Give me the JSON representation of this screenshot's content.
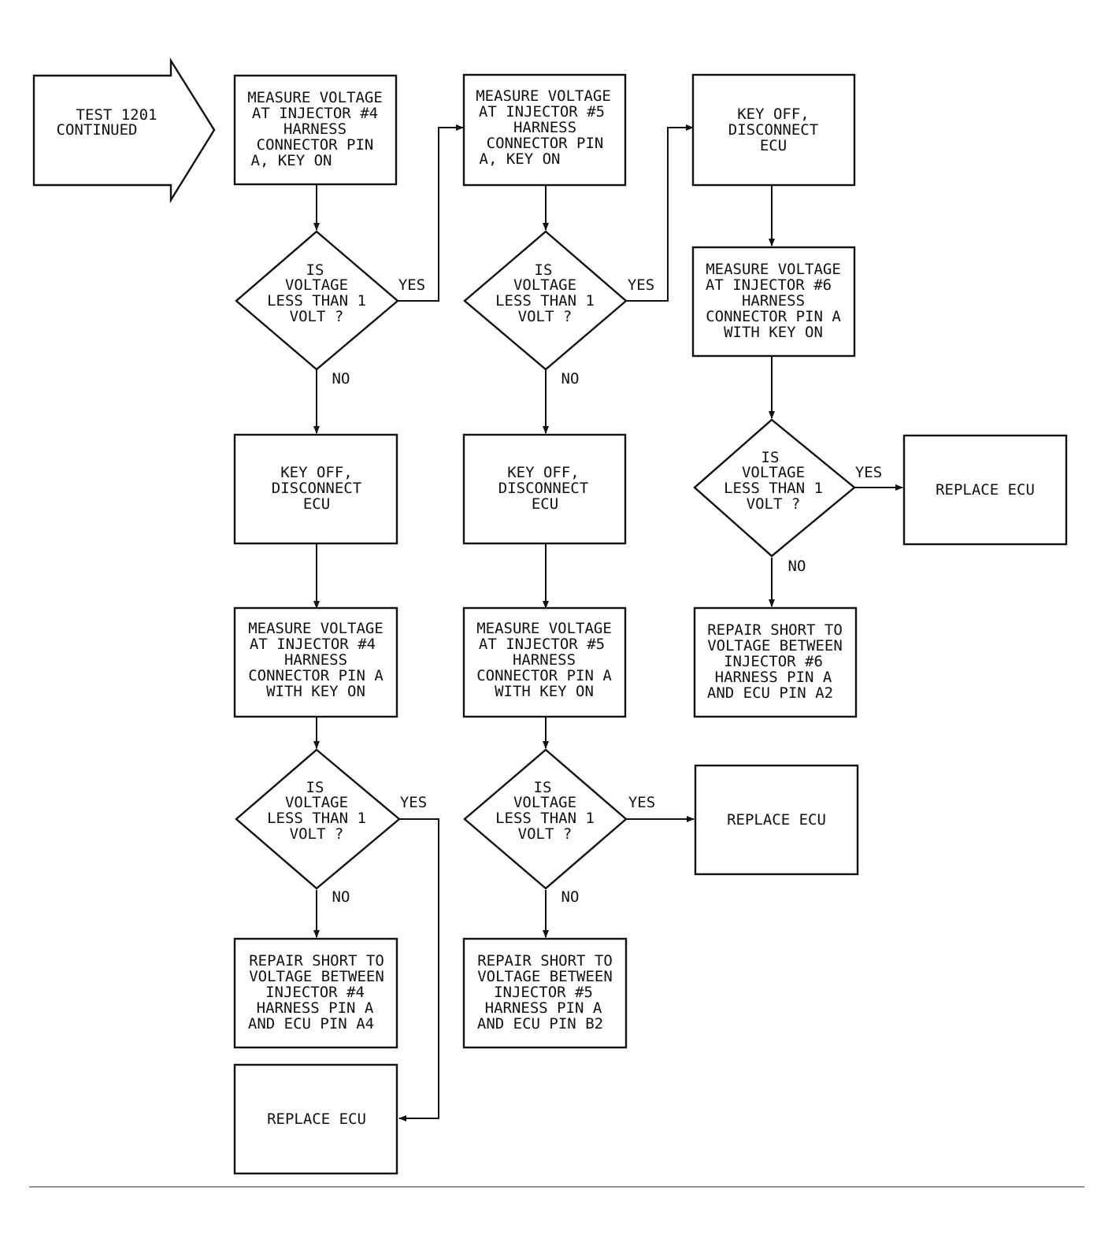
{
  "start": {
    "lines": [
      "TEST 1201",
      "CONTINUED"
    ]
  },
  "branch_labels": {
    "yes": "YES",
    "no": "NO"
  },
  "nodes": {
    "measure_inj4_key_on": {
      "lines": [
        "MEASURE VOLTAGE",
        "AT INJECTOR #4",
        "HARNESS",
        "CONNECTOR PIN",
        "A, KEY ON"
      ]
    },
    "measure_inj5_key_on": {
      "lines": [
        "MEASURE VOLTAGE",
        "AT INJECTOR #5",
        "HARNESS",
        "CONNECTOR PIN",
        "A, KEY ON"
      ]
    },
    "key_off_disconnect_top": {
      "lines": [
        "KEY OFF,",
        "DISCONNECT",
        "ECU"
      ]
    },
    "decision_inj4_a": {
      "lines": [
        "IS",
        "VOLTAGE",
        "LESS THAN 1",
        "VOLT ?"
      ]
    },
    "decision_inj5_a": {
      "lines": [
        "IS",
        "VOLTAGE",
        "LESS THAN 1",
        "VOLT ?"
      ]
    },
    "measure_inj6": {
      "lines": [
        "MEASURE VOLTAGE",
        "AT INJECTOR #6",
        "HARNESS",
        "CONNECTOR PIN A",
        "WITH KEY ON"
      ]
    },
    "key_off_disconnect_col1": {
      "lines": [
        "KEY OFF,",
        "DISCONNECT",
        "ECU"
      ]
    },
    "key_off_disconnect_col2": {
      "lines": [
        "KEY OFF,",
        "DISCONNECT",
        "ECU"
      ]
    },
    "decision_inj6": {
      "lines": [
        "IS",
        "VOLTAGE",
        "LESS THAN 1",
        "VOLT ?"
      ]
    },
    "replace_ecu_inj6": {
      "lines": [
        "REPLACE ECU"
      ]
    },
    "repair_inj6": {
      "lines": [
        "REPAIR SHORT TO",
        "VOLTAGE BETWEEN",
        "INJECTOR #6",
        "HARNESS PIN A",
        "AND ECU PIN A2"
      ]
    },
    "measure_inj4_disconnected": {
      "lines": [
        "MEASURE VOLTAGE",
        "AT INJECTOR #4",
        "HARNESS",
        "CONNECTOR PIN A",
        "WITH KEY ON"
      ]
    },
    "measure_inj5_disconnected": {
      "lines": [
        "MEASURE VOLTAGE",
        "AT INJECTOR #5",
        "HARNESS",
        "CONNECTOR PIN A",
        "WITH KEY ON"
      ]
    },
    "decision_inj4_b": {
      "lines": [
        "IS",
        "VOLTAGE",
        "LESS THAN 1",
        "VOLT ?"
      ]
    },
    "decision_inj5_b": {
      "lines": [
        "IS",
        "VOLTAGE",
        "LESS THAN 1",
        "VOLT ?"
      ]
    },
    "replace_ecu_inj5": {
      "lines": [
        "REPLACE ECU"
      ]
    },
    "repair_inj4": {
      "lines": [
        "REPAIR SHORT TO",
        "VOLTAGE BETWEEN",
        "INJECTOR #4",
        "HARNESS PIN A",
        "AND ECU PIN A4"
      ]
    },
    "repair_inj5": {
      "lines": [
        "REPAIR SHORT TO",
        "VOLTAGE BETWEEN",
        "INJECTOR #5",
        "HARNESS PIN A",
        "AND ECU PIN B2"
      ]
    },
    "replace_ecu_inj4": {
      "lines": [
        "REPLACE ECU"
      ]
    }
  }
}
